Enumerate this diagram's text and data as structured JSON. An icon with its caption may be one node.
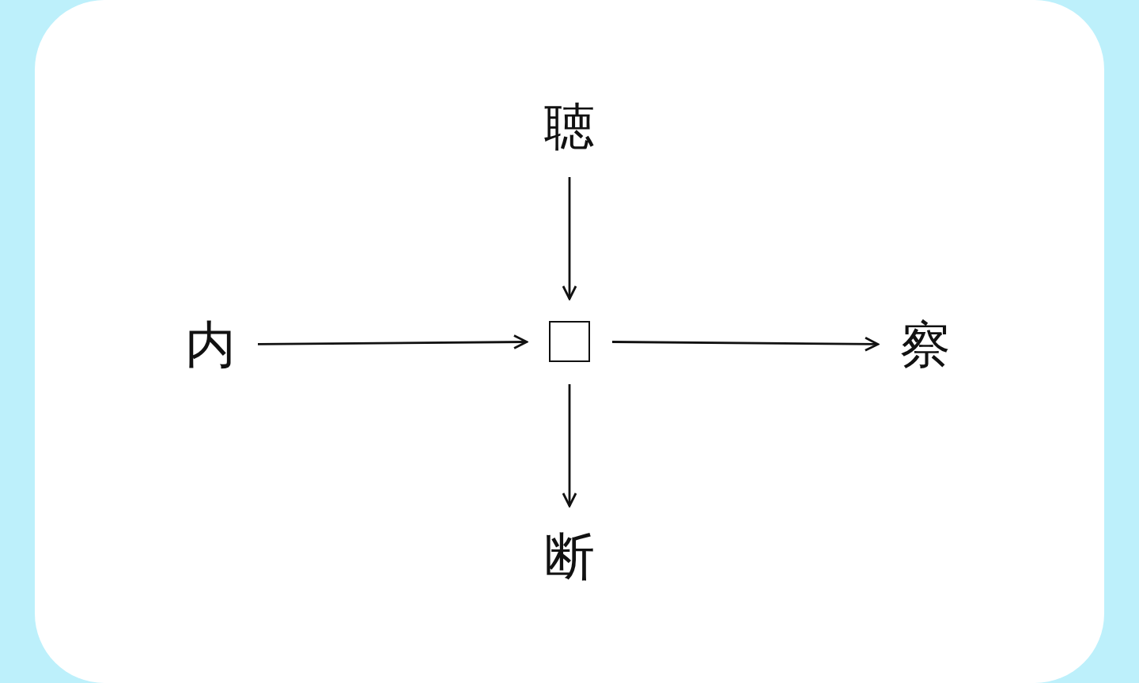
{
  "diagram": {
    "nodes": [
      {
        "text": [
          "聴"
        ]
      },
      {
        "text": [
          "内"
        ]
      },
      {
        "text": [],
        "shape": "box"
      },
      {
        "text": [
          "察"
        ]
      },
      {
        "text": [
          "断"
        ]
      }
    ],
    "edges": [
      {
        "from": 0,
        "to": 2,
        "arrow": "to"
      },
      {
        "from": 1,
        "to": 2,
        "arrow": "to"
      },
      {
        "from": 2,
        "to": 3,
        "arrow": "to"
      },
      {
        "from": 2,
        "to": 4,
        "arrow": "to"
      }
    ]
  }
}
